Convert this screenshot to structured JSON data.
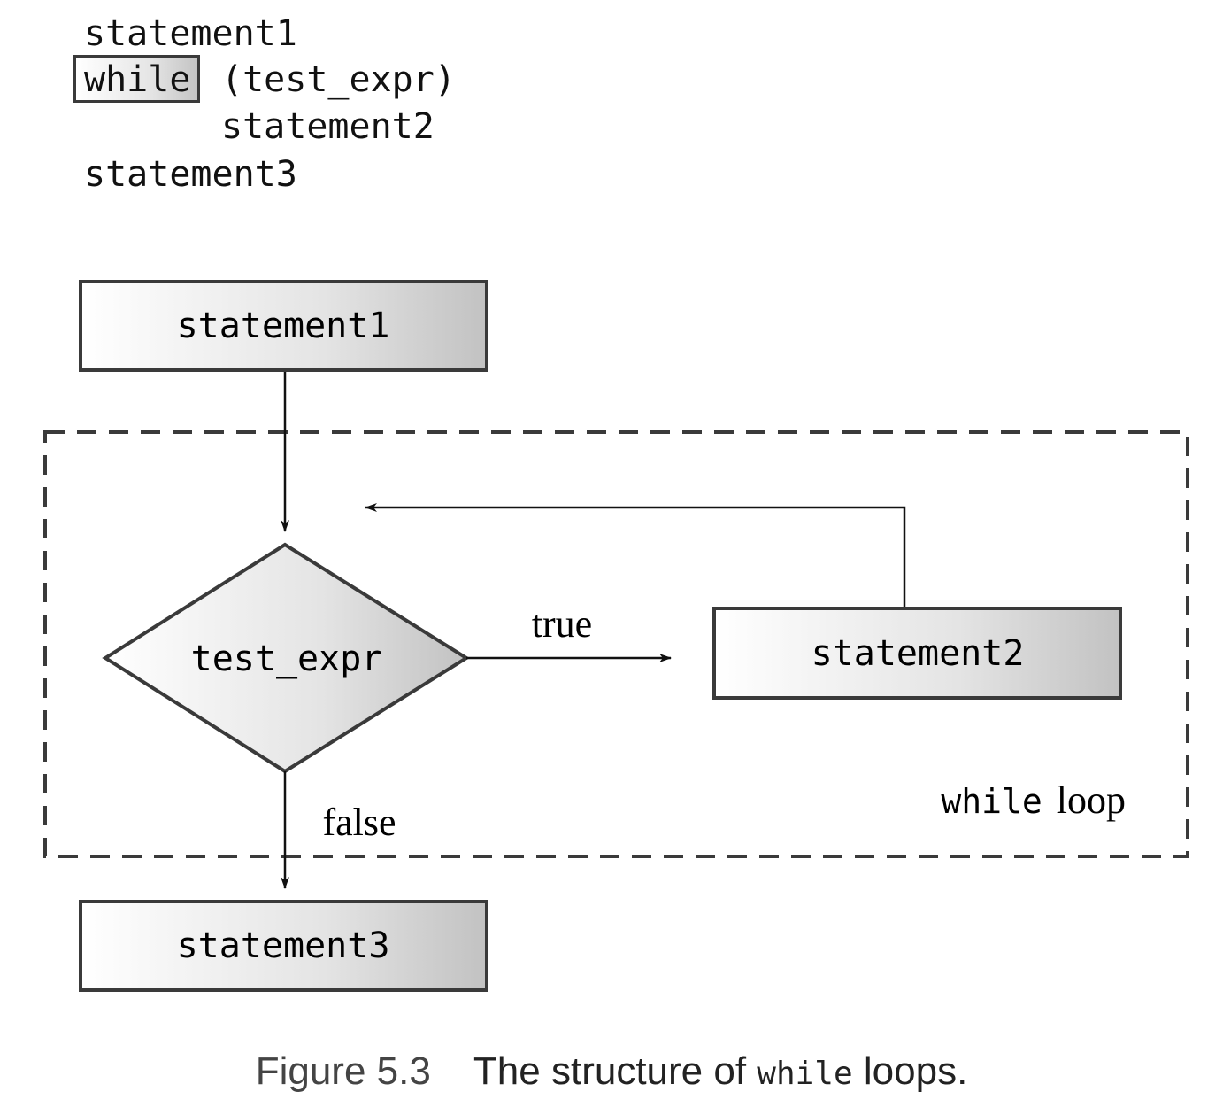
{
  "code": {
    "line1": "statement1",
    "keyword": "while",
    "condition": "(test_expr)",
    "line3": "statement2",
    "line4": "statement3"
  },
  "flowchart": {
    "start_box": "statement1",
    "decision": "test_expr",
    "body_box": "statement2",
    "end_box": "statement3",
    "true_label": "true",
    "false_label": "false",
    "region_keyword": "while",
    "region_suffix": "loop"
  },
  "caption": {
    "figure_number": "Figure 5.3",
    "text_before": "The structure of ",
    "code_word": "while",
    "text_after": " loops."
  },
  "colors": {
    "stroke": "#3a3a3a",
    "gradient_start": "#ffffff",
    "gradient_end": "#c4c4c4"
  }
}
